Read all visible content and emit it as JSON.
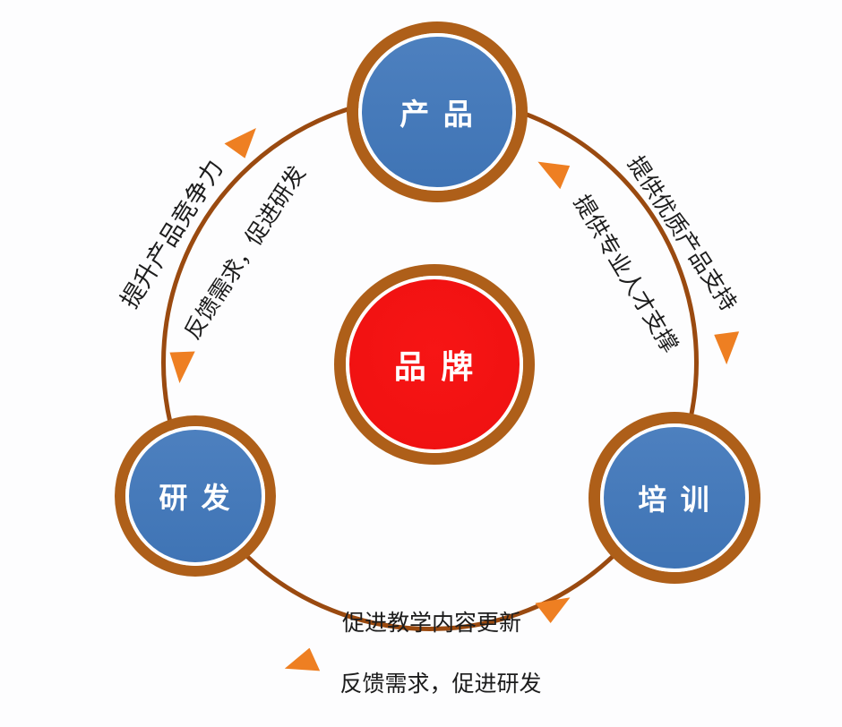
{
  "colors": {
    "background": "#fdfdfe",
    "node_blue": "#3f74b5",
    "center_red": "#ee1010",
    "ring_brown": "#ae5f19",
    "cycle_arc": "#9a4a10",
    "arrow_orange": "#ee7f22",
    "edge_text": "#1c1c1c",
    "node_text": "#ffffff"
  },
  "nodes": {
    "center": {
      "label": "品 牌"
    },
    "top": {
      "label": "产 品"
    },
    "bottom_left": {
      "label": "研 发"
    },
    "bottom_right": {
      "label": "培 训"
    }
  },
  "edges": {
    "left_outer": {
      "text": "提升产品竞争力"
    },
    "left_inner": {
      "text": "反馈需求，促进研发"
    },
    "right_outer": {
      "text": "提供优质产品支持"
    },
    "right_inner": {
      "text": "提供专业人才支撑"
    },
    "bottom_upper": {
      "text": "促进教学内容更新"
    },
    "bottom_lower": {
      "text": "反馈需求，促进研发"
    }
  },
  "arrows": [
    {
      "name": "rd-to-product"
    },
    {
      "name": "product-to-rd"
    },
    {
      "name": "training-to-product"
    },
    {
      "name": "product-to-training"
    },
    {
      "name": "rd-to-training"
    },
    {
      "name": "training-to-rd"
    }
  ]
}
